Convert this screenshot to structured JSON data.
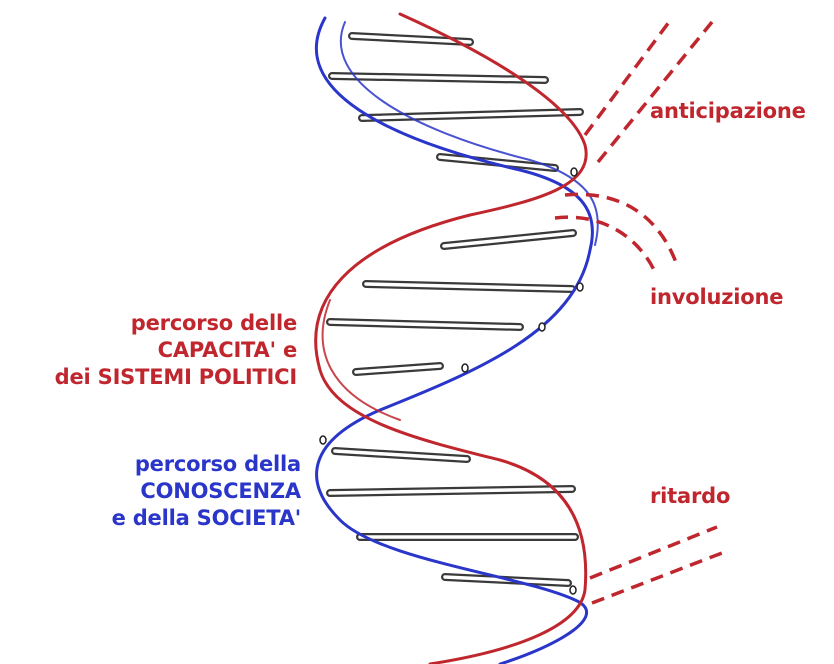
{
  "colors": {
    "red": "#c0262d",
    "blue": "#2a35c9",
    "rung": "#3a3a3a",
    "rung_fill": "#ffffff"
  },
  "labels": {
    "anticipazione": "anticipazione",
    "involuzione": "involuzione",
    "ritardo": "ritardo"
  },
  "capacita": {
    "line1": "percorso delle",
    "line2": "CAPACITA' e",
    "line3": "dei SISTEMI POLITICI"
  },
  "conoscenza": {
    "line1": "percorso della",
    "line2": "CONOSCENZA",
    "line3": "e della SOCIETA'"
  }
}
